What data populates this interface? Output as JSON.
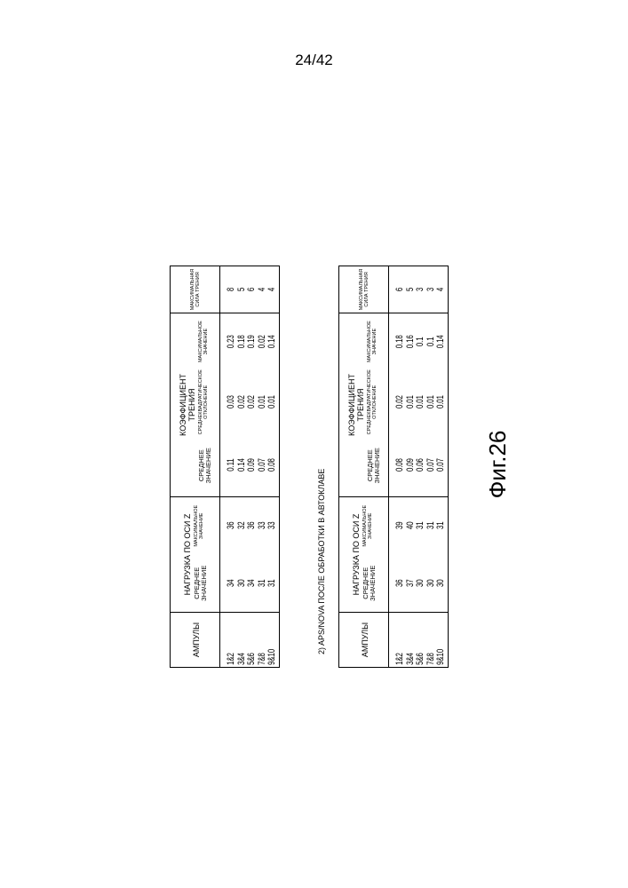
{
  "page_number": "24/42",
  "figure_label": "Фиг.26",
  "section2_title": "2) APS/NOVA ПОСЛЕ ОБРАБОТКИ В АВТОКЛАВЕ",
  "headers": {
    "ampoules": "АМПУЛЫ",
    "load_z": "НАГРУЗКА ПО ОСИ Z",
    "mean_line1": "СРЕДНЕЕ",
    "mean_line2": "ЗНАЧЕНИЕ",
    "max_line1": "МАКСИМАЛЬНОЕ",
    "max_line2": "ЗНАЧЕНИЕ",
    "coef_line1": "КОЭФФИЦИЕНТ",
    "coef_line2": "ТРЕНИЯ",
    "std_line1": "СРЕДНЕКВАДРАТИЧЕСКОЕ",
    "std_line2": "ОТКЛОНЕНИЕ",
    "maxforce_line1": "МАКСИМАЛЬНАЯ",
    "maxforce_line2": "СИЛА ТРЕНИЯ"
  },
  "table1": {
    "ampoules": [
      "1&2",
      "3&4",
      "5&6",
      "7&8",
      "9&10"
    ],
    "load_mean": [
      "34",
      "30",
      "34",
      "31",
      "31"
    ],
    "load_max": [
      "36",
      "32",
      "36",
      "33",
      "33"
    ],
    "coef_mean": [
      "0.11",
      "0.14",
      "0.09",
      "0.07",
      "0.08"
    ],
    "coef_std": [
      "0.03",
      "0.02",
      "0.02",
      "0.01",
      "0.01"
    ],
    "coef_max": [
      "0.23",
      "0.18",
      "0.19",
      "0.02",
      "0.14"
    ],
    "max_force": [
      "8",
      "5",
      "6",
      "4",
      "4"
    ]
  },
  "table2": {
    "ampoules": [
      "1&2",
      "3&4",
      "5&6",
      "7&8",
      "9&10"
    ],
    "load_mean": [
      "36",
      "37",
      "30",
      "30",
      "30"
    ],
    "load_max": [
      "39",
      "40",
      "31",
      "31",
      "31"
    ],
    "coef_mean": [
      "0.08",
      "0.09",
      "0.06",
      "0.07",
      "0.07"
    ],
    "coef_std": [
      "0.02",
      "0.01",
      "0.01",
      "0.01",
      "0.01"
    ],
    "coef_max": [
      "0.18",
      "0.16",
      "0.1",
      "0.1",
      "0.14"
    ],
    "max_force": [
      "6",
      "5",
      "3",
      "3",
      "4"
    ]
  }
}
